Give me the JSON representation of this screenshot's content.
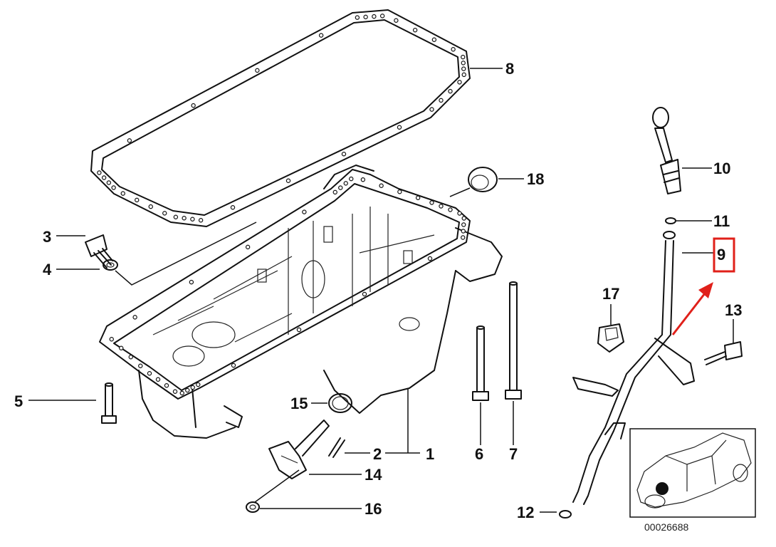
{
  "diagram": {
    "part_labels": {
      "p1": "1",
      "p2": "2",
      "p3": "3",
      "p4": "4",
      "p5": "5",
      "p6": "6",
      "p7": "7",
      "p8": "8",
      "p9": "9",
      "p10": "10",
      "p11": "11",
      "p12": "12",
      "p13": "13",
      "p14": "14",
      "p15": "15",
      "p16": "16",
      "p17": "17",
      "p18": "18"
    },
    "reference_number": "00026688",
    "highlight": {
      "part": "9",
      "color": "#e0201a"
    }
  }
}
